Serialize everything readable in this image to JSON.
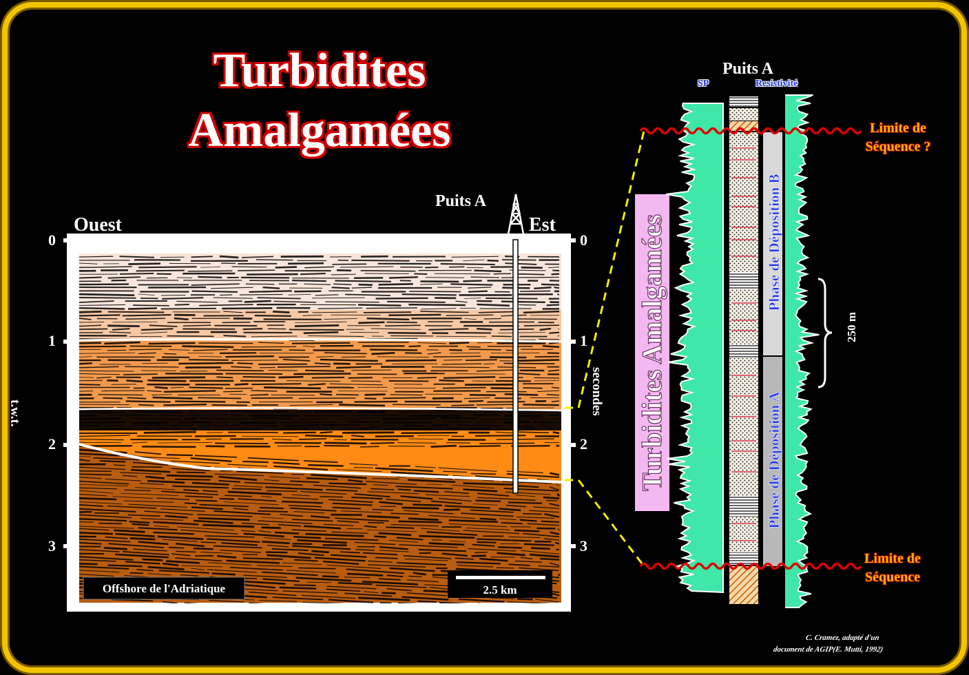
{
  "title": {
    "line1": "Turbidites",
    "line2": "Amalgamées"
  },
  "seismic": {
    "left_label": "Ouest",
    "right_label": "Est",
    "well_label": "Puits A",
    "left_axis_title": "t.w.t.",
    "right_axis_title": "secondes",
    "ticks": [
      "0",
      "1",
      "2",
      "3"
    ],
    "location": "Offshore de l'Adriatique",
    "scale_bar": "2.5 km"
  },
  "well_log": {
    "well_label": "Puits A",
    "sp_label": "SP",
    "resistivity_label": "Resistivité",
    "unit_label": "Turbidites Amalgamées",
    "phase_a": "Phase de Déposition A",
    "phase_b": "Phase de Déposition B",
    "thickness": "250 m",
    "top_limit": [
      "Limite de",
      "Séquence ?"
    ],
    "bottom_limit": [
      "Limite de",
      "Séquence"
    ]
  },
  "credit": [
    "C. Cramez, adapté d'un",
    "document de AGIP(E. Mutti, 1992)"
  ],
  "colors": {
    "frame_gold": "#e8b800",
    "title_red": "#d00000",
    "log_green": "#3fe8a6",
    "phase_blue": "#1f35e8",
    "label_pink": "#f4b8f0",
    "dashed_yellow": "#f0f000",
    "limit_red": "#e00000"
  }
}
